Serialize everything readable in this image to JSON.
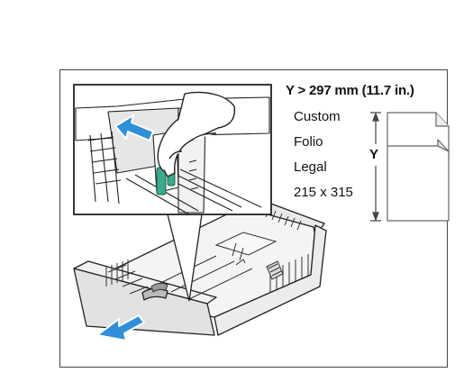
{
  "diagram": {
    "heading": "Y > 297 mm (11.7 in.)",
    "sizes": [
      "Custom",
      "Folio",
      "Legal",
      "215 x 315"
    ],
    "dimension_label": "Y",
    "colors": {
      "arrow": "#2f8fd8",
      "guide_lever": "#3aaa8c",
      "outline": "#222222",
      "frame": "#444444"
    }
  }
}
